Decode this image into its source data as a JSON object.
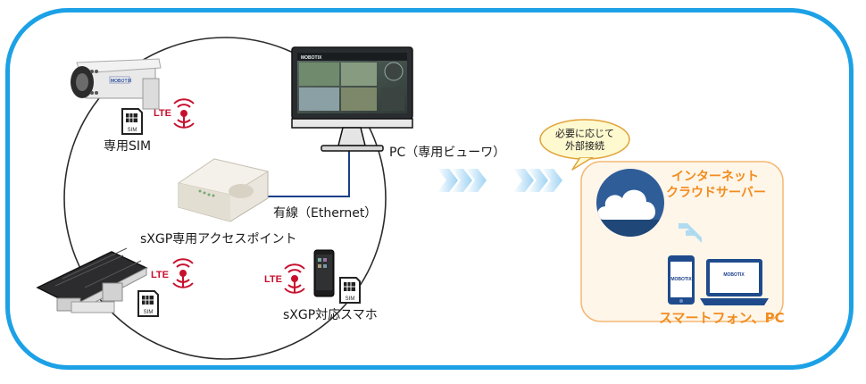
{
  "labels": {
    "sim_dedicated": "専用SIM",
    "pc_viewer": "PC（専用ビューワ）",
    "wired": "有線（Ethernet）",
    "access_point": "sXGP専用アクセスポイント",
    "smartphone": "sXGP対応スマホ",
    "lte": "LTE",
    "sim": "SIM"
  },
  "bubble": {
    "line1": "必要に応じて",
    "line2": "外部接続"
  },
  "cloud": {
    "title_line1": "インターネット",
    "title_line2": "クラウドサーバー"
  },
  "devices": {
    "label": "スマートフォン、PC"
  },
  "brand": "MOBOTIX",
  "colors": {
    "frame": "#1da1e6",
    "accent": "#f28c1e",
    "lte": "#c8102e",
    "cloud_bg": "#2f5d98",
    "panel_bg": "#fff6ea"
  }
}
